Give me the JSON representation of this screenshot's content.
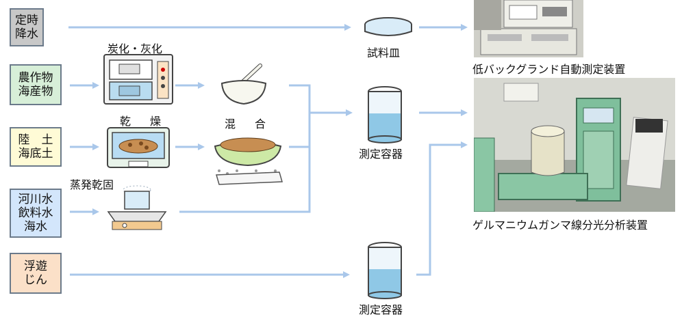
{
  "sources": {
    "rain": "定時\n降水",
    "crops": "農作物\n海産物",
    "soil": "陸　土\n海底土",
    "water": "河川水\n飲料水\n海水",
    "dust": "浮遊\nじん"
  },
  "steps": {
    "ashing": "炭化・灰化",
    "drying": "乾　燥",
    "mixing": "混　合",
    "evaporating": "蒸発乾固"
  },
  "containers": {
    "dish": "試料皿",
    "container1": "測定容器",
    "container2": "測定容器"
  },
  "instruments": {
    "low_bg": "低バックグランド自動測定装置",
    "ge": "ゲルマニウムガンマ線分光分析装置"
  },
  "colors": {
    "arrow": "#a9c7ea",
    "rain_box": "#c8c8c8",
    "crops_box": "#d7efd8",
    "soil_box": "#fffbd6",
    "water_box": "#d3e6fb",
    "dust_box": "#fbe0c8"
  }
}
